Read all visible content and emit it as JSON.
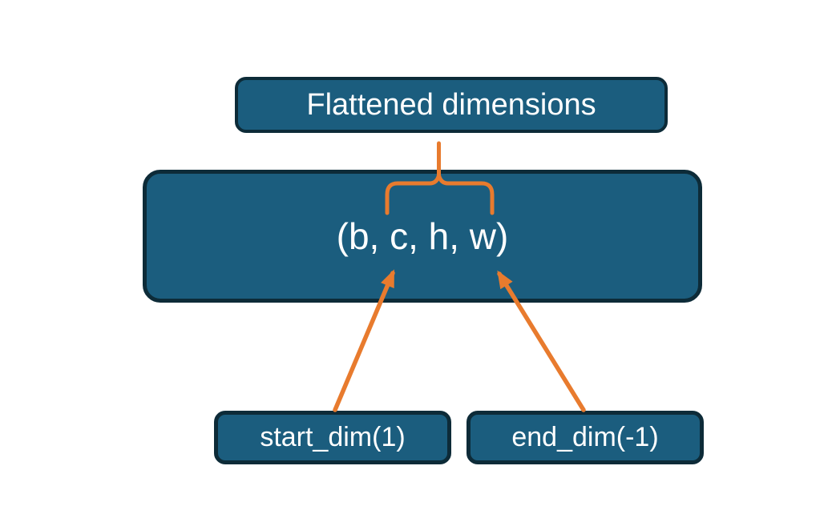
{
  "diagram": {
    "title": "Flatten start_dim / end_dim diagram",
    "top_box": {
      "label": "Flattened dimensions"
    },
    "main_box": {
      "label": "(b, c, h, w)"
    },
    "bottom_boxes": [
      {
        "label": "start_dim(1)"
      },
      {
        "label": "end_dim(-1)"
      }
    ],
    "connectors": [
      {
        "name": "brace-connector",
        "type": "curly-brace",
        "from": "top_box",
        "to": "main_box dims c..h"
      },
      {
        "name": "start-dim-arrow",
        "type": "arrow",
        "from": "start_dim(1)",
        "points_to": "dim c"
      },
      {
        "name": "end-dim-arrow",
        "type": "arrow",
        "from": "end_dim(-1)",
        "points_to": "dim w"
      }
    ],
    "colors": {
      "box_fill": "#1b5d7e",
      "box_border": "#0d2b38",
      "accent_orange": "#e87b2e",
      "text": "#ffffff",
      "background": "#ffffff"
    }
  }
}
